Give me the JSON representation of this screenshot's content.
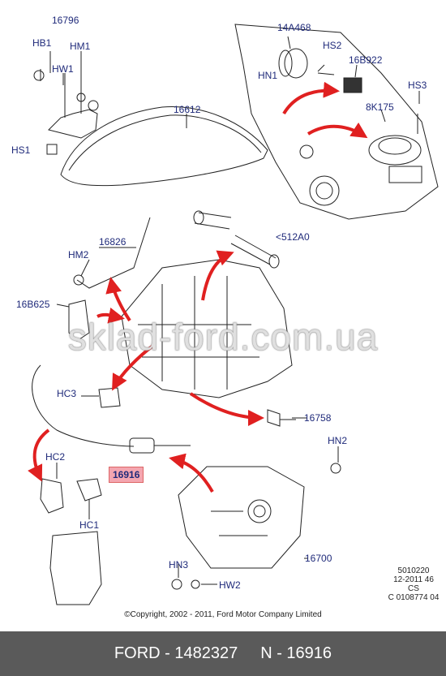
{
  "labels": {
    "l16796": "16796",
    "hb1": "HB1",
    "hw1": "HW1",
    "hm1": "HM1",
    "hs1": "HS1",
    "l16612": "16612",
    "l14a468": "14A468",
    "hs2": "HS2",
    "l16b922": "16B922",
    "hn1": "HN1",
    "hs3": "HS3",
    "l8k175": "8K175",
    "l16826": "16826",
    "hm2": "HM2",
    "l512a0": "<512A0",
    "l16b625": "16B625",
    "hc3": "HC3",
    "l16758": "16758",
    "hn2": "HN2",
    "hc2": "HC2",
    "l16916": "16916",
    "hc1": "HC1",
    "l16700": "16700",
    "hn3": "HN3",
    "hw2": "HW2"
  },
  "reference": {
    "line1": "5010220",
    "line2": "12-2011 46",
    "line3": "CS",
    "line4": "C 0108774 04"
  },
  "copyright": "©Copyright, 2002 - 2011, Ford Motor Company Limited",
  "watermark": "sklad-ford.com.ua",
  "footer": {
    "brand_part": "FORD - 1482327",
    "number": "N - 16916"
  },
  "colors": {
    "label_text": "#1f2a7a",
    "highlight": "#f4a6b0",
    "arrow": "#e02020",
    "footer_bg": "#5a5a5a"
  }
}
